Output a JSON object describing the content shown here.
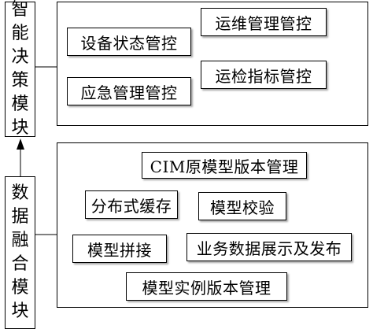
{
  "decision_module": {
    "title_chars": [
      "智",
      "能",
      "决",
      "策",
      "模",
      "块"
    ],
    "items": [
      "设备状态管控",
      "运维管理管控",
      "应急管理管控",
      "运检指标管控"
    ]
  },
  "fusion_module": {
    "title_chars": [
      "数",
      "据",
      "融",
      "合",
      "模",
      "块"
    ],
    "items": [
      "CIM原模型版本管理",
      "分布式缓存",
      "模型校验",
      "模型拼接",
      "业务数据展示及发布",
      "模型实例版本管理"
    ]
  }
}
